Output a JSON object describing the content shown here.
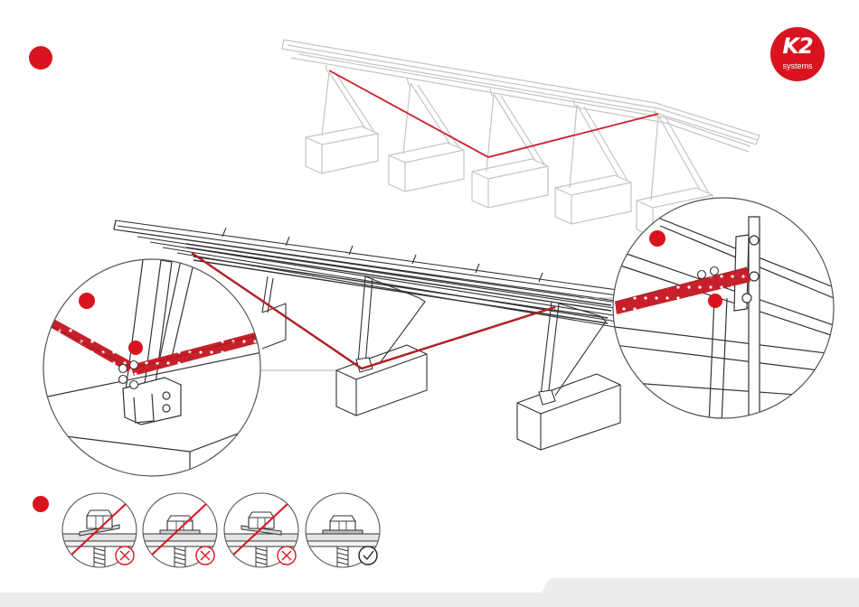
{
  "brand": {
    "logo_mark": "K2",
    "logo_sub": "systems",
    "accent": "#d9141f"
  },
  "colors": {
    "line": "#3a3a3a",
    "faint": "#bdbdbd",
    "strap": "#c8202a",
    "footer": "#ececec"
  },
  "icons": {
    "wrong": "x-circle-icon",
    "right": "check-circle-icon"
  },
  "fastener_steps": [
    {
      "state": "wrong"
    },
    {
      "state": "wrong"
    },
    {
      "state": "wrong"
    },
    {
      "state": "right"
    }
  ]
}
